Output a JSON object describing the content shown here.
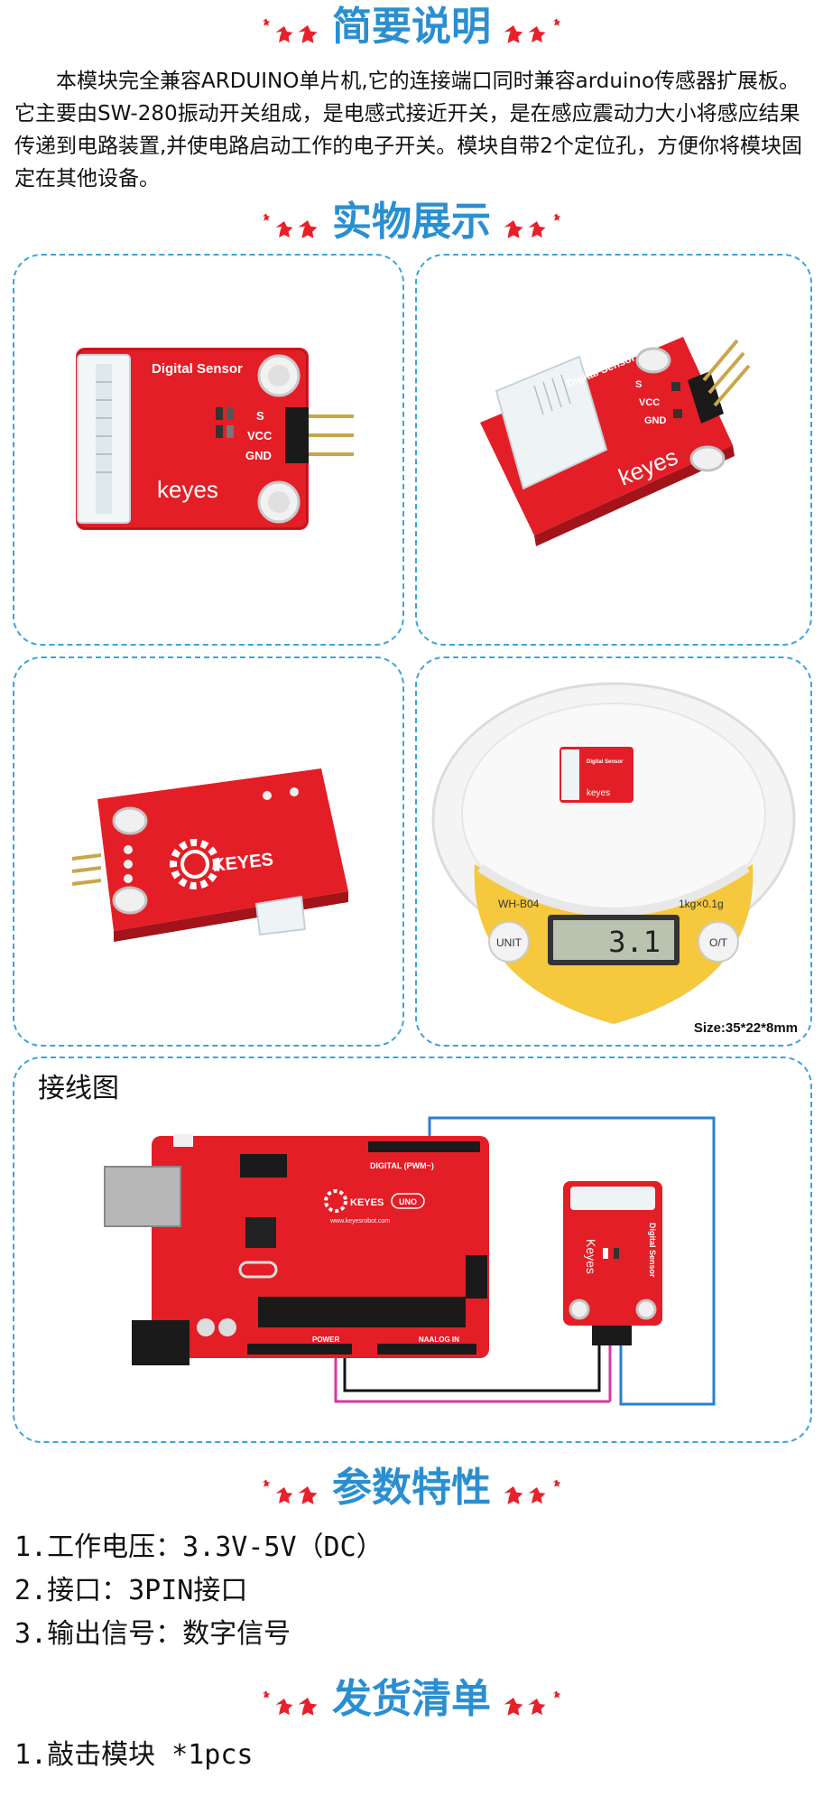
{
  "sections": {
    "intro_title": "简要说明",
    "photos_title": "实物展示",
    "params_title": "参数特性",
    "shipping_title": "发货清单"
  },
  "intro_text": "本模块完全兼容ARDUINO单片机,它的连接端口同时兼容arduino传感器扩展板。它主要由SW-280振动开关组成，是电感式接近开关，是在感应震动力大小将感应结果传递到电路装置,并使电路启动工作的电子开关。模块自带2个定位孔，方便你将模块固定在其他设备。",
  "photos": {
    "board_label": "Digital Sensor",
    "brand": "keyes",
    "brand_logo": "KEYES",
    "pin_s": "S",
    "pin_vcc": "VCC",
    "pin_gnd": "GND",
    "scale_model": "WH-B04",
    "scale_spec": "1kg×0.1g",
    "scale_unit_button": "UNIT",
    "scale_ot_button": "O/T",
    "scale_reading": "3.1",
    "size_label": "Size:35*22*8mm"
  },
  "wiring": {
    "label": "接线图",
    "digital_label": "DIGITAL (PWM~)",
    "power_label": "POWER",
    "analog_label": "NAALOG IN",
    "uno_badge": "UNO",
    "website": "www.keyesrobot.com",
    "module_brand": "Keyes",
    "module_label": "Digital Sensor",
    "wire_colors": {
      "signal": "#2a7fd0",
      "vcc": "#d63a9b",
      "gnd": "#111111"
    }
  },
  "params": [
    "1.工作电压：3.3V-5V（DC）",
    "2.接口：3PIN接口",
    "3.输出信号：数字信号"
  ],
  "shipping": [
    "1.敲击模块 *1pcs"
  ],
  "colors": {
    "title_blue": "#2a8fd1",
    "star_red": "#e8202a",
    "border_blue": "#3aa5d8",
    "pcb_red": "#e41e26"
  }
}
